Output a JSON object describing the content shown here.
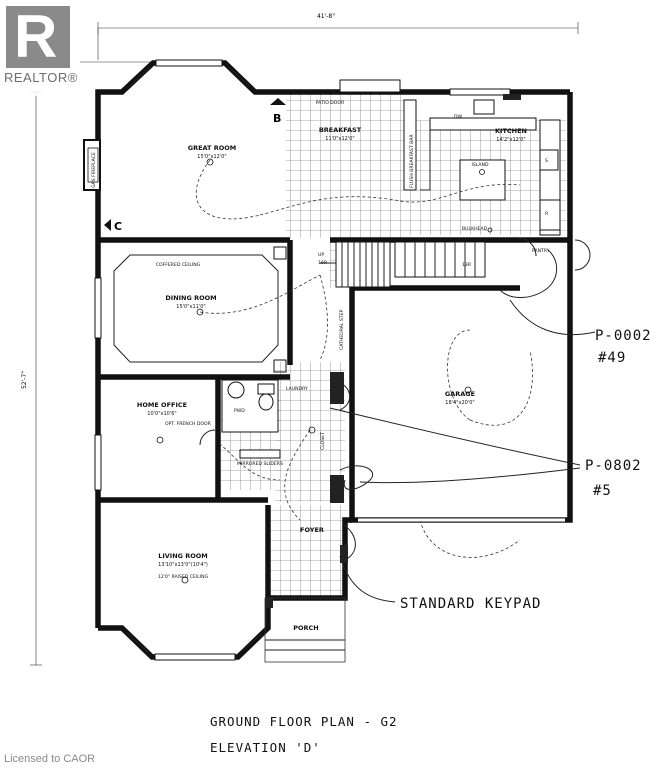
{
  "watermark": {
    "brand": "REALTOR®",
    "mark_letter": "R"
  },
  "license_text": "Licensed to CAOR",
  "plan": {
    "width_dimension": "41'-8\"",
    "depth_dimension": "52'-7\"",
    "elevation_markers": [
      "B",
      "C"
    ],
    "rooms": [
      {
        "name": "GREAT ROOM",
        "dims": "15'0\"x12'0\""
      },
      {
        "name": "BREAKFAST",
        "dims": "11'0\"x12'0\""
      },
      {
        "name": "KITCHEN",
        "dims": "14'2\"x12'0\""
      },
      {
        "name": "DINING ROOM",
        "dims": "15'0\"x11'0\""
      },
      {
        "name": "HOME OFFICE",
        "dims": "10'0\"x10'6\""
      },
      {
        "name": "GARAGE",
        "dims": "18'4\"x20'0\""
      },
      {
        "name": "LIVING ROOM",
        "dims": "13'10\"x13'0\"(10'4\")"
      },
      {
        "name": "FOYER",
        "dims": ""
      },
      {
        "name": "PORCH",
        "dims": ""
      }
    ],
    "notes": {
      "patio_door": "PATIO DOOR",
      "gas_fireplace": "GAS FIREPLACE",
      "flush_breakfast_bar": "FLUSH BREAKFAST BAR",
      "island": "ISLAND",
      "dw": "DW",
      "s": "S",
      "r": "R",
      "coffered_ceiling": "COFFERED CEILING",
      "up": "UP",
      "sr": "16R",
      "bulkhead": "BULKHEAD",
      "r13": "13R",
      "cathedral": "CATHEDRAL STEP",
      "pwd": "PWD",
      "mirrored_sliders": "MIRRORED SLIDERS",
      "french_door": "OPT. FRENCH DOOR",
      "raised_ceiling": "12'0\" RAISED CEILING",
      "closet": "CLOSET",
      "pantry": "PANTRY",
      "laundry": "LAUNDRY"
    },
    "annotations": [
      {
        "code": "P-0002",
        "num": "#49"
      },
      {
        "code": "P-0802",
        "num": "#5"
      }
    ],
    "keypad_note": "STANDARD KEYPAD",
    "title": "GROUND FLOOR PLAN - G2",
    "elevation": "ELEVATION 'D'"
  }
}
